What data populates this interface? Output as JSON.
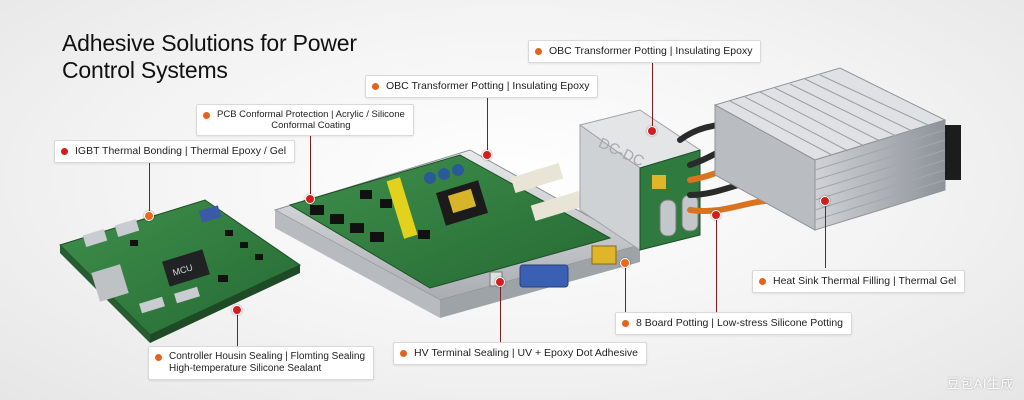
{
  "title": "Adhesive Solutions for Power Control Systems",
  "callouts": {
    "obc_top": "OBC Transformer Potting | Insulating Epoxy",
    "obc_mid": "OBC Transformer Potting | Insulating Epoxy",
    "pcb_line1": "PCB Conformal Protection | Acrylic / Silicone",
    "pcb_line2": "Conformal Coating",
    "igbt": "IGBT Thermal Bonding | Thermal Epoxy / Gel",
    "heatsink": "Heat Sink Thermal Filling | Thermal Gel",
    "board": "8 Board Potting | Low-stress Silicone Potting",
    "hv": "HV Terminal Sealing | UV + Epoxy Dot Adhesive",
    "ctrl_line1": "Controller Housin Sealing | Flomting Sealing",
    "ctrl_line2": "High-temperature Silicone Sealant"
  },
  "labels": {
    "mcu_chip": "MCU",
    "dcdc_module": "DC-DC"
  },
  "watermark": "豆包AI生成",
  "colors": {
    "pin_red": "#d11f1f",
    "dot_orange": "#e2641c",
    "pcb_green": "#2f7a3e"
  }
}
